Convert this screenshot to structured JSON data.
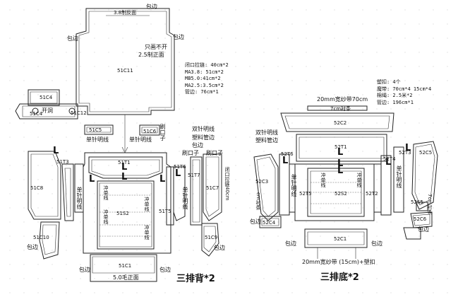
{
  "left_section": {
    "title": "三排背*2",
    "top_panel_label": "3.8制反面",
    "edge_label": "包边",
    "note_no_open": "只画不开",
    "panel_2_5": "2.5制正面",
    "specs": [
      "闭口拉链: 40cm*2",
      "MA3.8: 51cm*2",
      "MB5.0:41cm*2",
      "MA2.5:3.5cm*2",
      "管边: 76cm*1"
    ],
    "codes": {
      "c11": "51C11",
      "c4": "51C4",
      "c12": "51C12",
      "c5": "51C5",
      "c6": "51C6",
      "t1": "51T1",
      "t3": "51T3",
      "t5": "51T5",
      "t6": "51T6",
      "t7": "51T7",
      "s2": "51S2",
      "c8": "51C8",
      "c7": "51C7",
      "c10": "51C10",
      "c9": "51C9",
      "c1": "51C1"
    },
    "open_label": "开洞",
    "corner_label": "刷口子",
    "double_needle": "双针明线",
    "plastic_pipe": "塑料管边",
    "tape_edge": "包边",
    "single_needle_line": "单针明线",
    "single_needle": "单针明线",
    "punch_line": "冲单线",
    "closed_zipper": "闭口拉链40cm",
    "plush_label": "5.0毛正面",
    "l_mark": "L"
  },
  "right_section": {
    "title": "三排底*2",
    "specs": [
      "塑扣: 4个",
      "魔带: 70cm*4  15cm*4",
      "棉绳: 2.5米*2",
      "管边: 196cm*1"
    ],
    "top_band": "20mm宽纱带70cm",
    "strip_7cm": "7cm衬条",
    "codes": {
      "c2": "52C2",
      "t1": "52T1",
      "t6": "52T6",
      "t5": "52T5",
      "t2": "52T2",
      "t4": "52T4",
      "s2": "52S2",
      "c3": "52C3",
      "c4": "52C4",
      "t3": "52T3",
      "s5": "52S5",
      "c5": "52C5",
      "c6": "52C6",
      "c1": "52C1"
    },
    "double_needle": "双针明线",
    "plastic_pipe": "塑料管边",
    "cm_strip": "cm衬条",
    "cm7_strip": "7cm衬条",
    "bottom_band": "20mm宽纱带 (15cm)+塑扣",
    "single_needle": "单针明线",
    "punch_line": "冲单线",
    "edge_label": "包边",
    "l_mark": "L"
  }
}
